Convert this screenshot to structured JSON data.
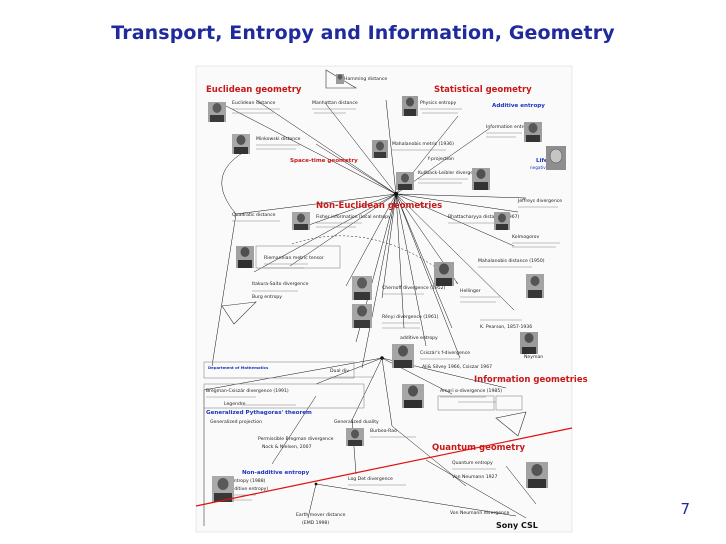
{
  "slide": {
    "title": "Transport, Entropy and Information, Geometry",
    "page_number": "7"
  },
  "colors": {
    "title": "#1f2a9c",
    "section_red": "#c81818",
    "section_blue": "#1a32c0",
    "arrow": "#111111",
    "transport_line": "#e01010"
  },
  "diagram": {
    "sections": {
      "euclidean": "Euclidean geometry",
      "statistical": "Statistical geometry",
      "non_euclidean": "Non-Euclidean geometries",
      "information": "Information geometries",
      "quantum": "Quantum geometry",
      "nonadditive": "Non-additive entropy",
      "space_time": "Space-time geometry",
      "additive": "Additive entropy",
      "generalized_pythagoras": "Generalized Pythagoras' theorem",
      "life": "Life",
      "negative_entropy": "negative entropy"
    },
    "nodes": {
      "hamming": "Hamming distance",
      "euclidean_distance": "Euclidean distance",
      "manhattan": "Manhattan distance",
      "minkowski": "Minkowski distance",
      "physics_entropy": "Physics entropy",
      "information_entropy": "Information entropy",
      "mahalanobis": "Mahalanobis metric (1936)",
      "f_projection": "f-projection",
      "kl": "Kullback-Leibler divergence",
      "quadratic": "Quadratic distance",
      "fisher": "Fisher information (local entropy)",
      "jeffreys": "Jeffreys divergence",
      "bhattacharyya": "Bhattacharyya distance (1967)",
      "riemannian": "Riemannian metric tensor",
      "kolmogorov": "Kolmogorov",
      "mahalanobis_1950": "Mahalanobis distance (1950)",
      "burg": "Burg entropy",
      "itakura_saito": "Itakura-Saito divergence",
      "chernoff": "Chernoff divergence (1952)",
      "hellinger": "Hellinger",
      "renyi": "Rényi divergence (1961)",
      "additive_entropy": "additive entropy",
      "neyman": "Neyman",
      "pearson": "K. Pearson, 1857-1936",
      "csiszar": "Csiszár's f-divergence",
      "ali_silvey": "Ali& Silvey 1966, Csiszar 1967",
      "dual_divergence": "Dual div",
      "bregman": "Bregman-Csiszár divergence (1991)",
      "legendre": "Legendre",
      "generalized_projection": "Generalized projection",
      "amari": "Amari α-divergence (1985)",
      "generalized_duality": "Generalized duality",
      "burbea_rao": "Burbea-Rao",
      "permissible_bregman": "Permissible Bregman divergence",
      "nock_nielsen": "Nock & Nielsen, 2007",
      "quantum_entropy": "Quantum entropy",
      "von_neumann_1927": "Von Neumann 1927",
      "tsallis": "Tsallis entropy (1988)",
      "nonadditive_entropy": "(Non-additive entropy)",
      "logdet": "Log Det divergence",
      "von_neumann_div": "Von Neumann divergence",
      "earth_mover": "Earth mover distance",
      "emd_year": "(EMD 1998)",
      "dept_math": "Department of Mathematics",
      "sony_csl": "Sony CSL"
    }
  }
}
